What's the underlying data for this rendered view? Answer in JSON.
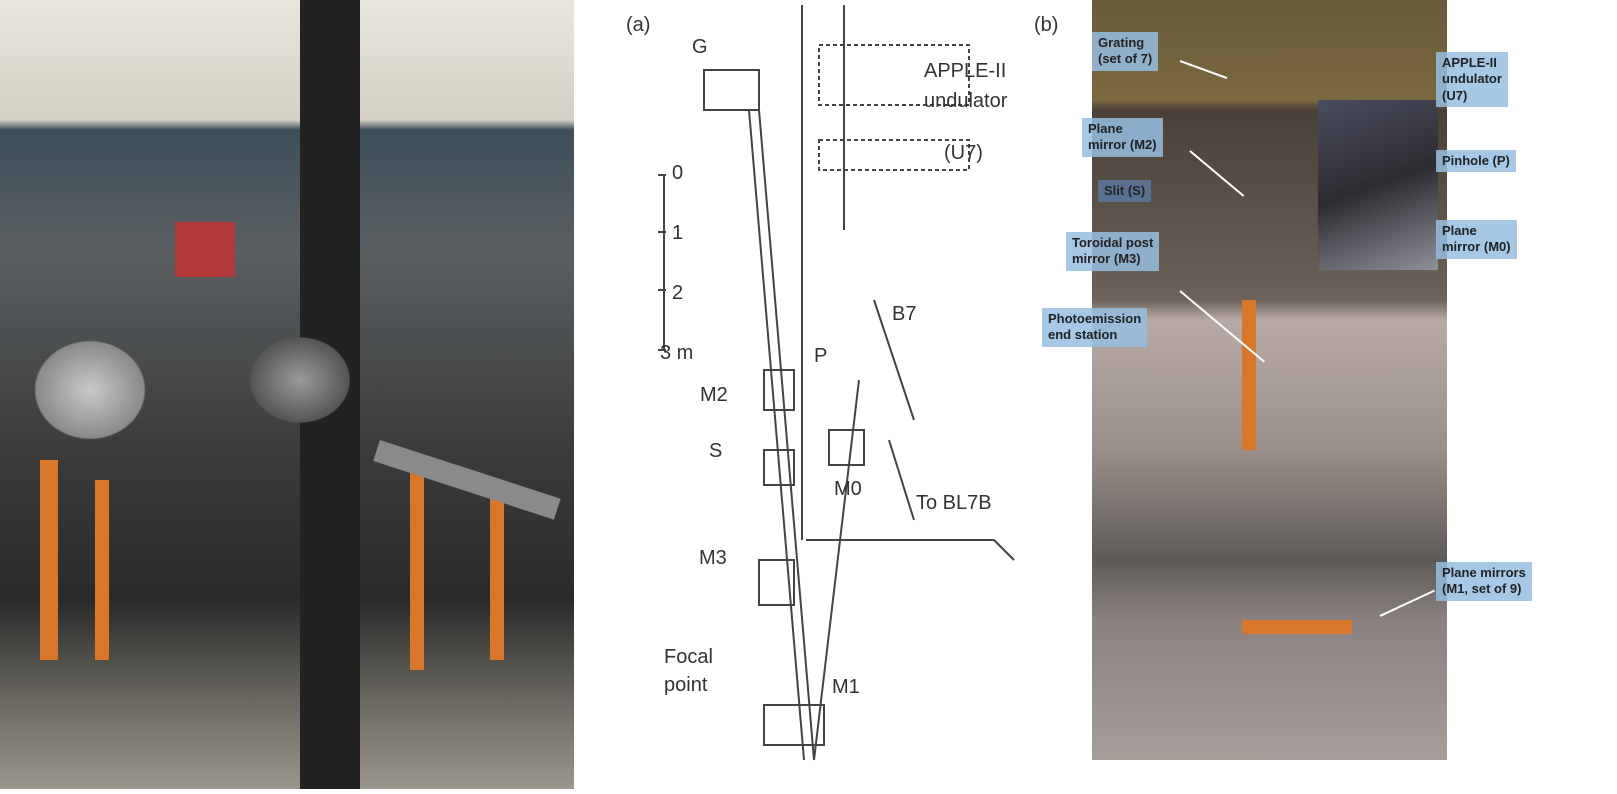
{
  "panel_a": {
    "label": "(a)",
    "components": {
      "grating": "G",
      "undulator_line1": "APPLE-II",
      "undulator_line2": "undulator",
      "undulator_line3": "(U7)",
      "plane_mirror_m2": "M2",
      "slit": "S",
      "toroidal_mirror": "M3",
      "pinhole": "P",
      "branch": "B7",
      "mirror_m0": "M0",
      "to_branch": "To BL7B",
      "mirror_m1": "M1",
      "focal_line1": "Focal",
      "focal_line2": "point"
    },
    "scale": [
      "0",
      "1",
      "2",
      "3 m"
    ]
  },
  "panel_b": {
    "label": "(b)",
    "labels": {
      "grating": [
        "Grating",
        "(set of 7)"
      ],
      "undulator": [
        "APPLE-II",
        "undulator",
        "(U7)"
      ],
      "m2": [
        "Plane",
        "mirror (M2)"
      ],
      "slit": [
        "Slit (S)"
      ],
      "pinhole": [
        "Pinhole (P)"
      ],
      "m0": [
        "Plane",
        "mirror (M0)"
      ],
      "m3": [
        "Toroidal post",
        "mirror (M3)"
      ],
      "station": [
        "Photoemission",
        "end station"
      ],
      "m1": [
        "Plane mirrors",
        "(M1, set of 9)"
      ]
    }
  }
}
